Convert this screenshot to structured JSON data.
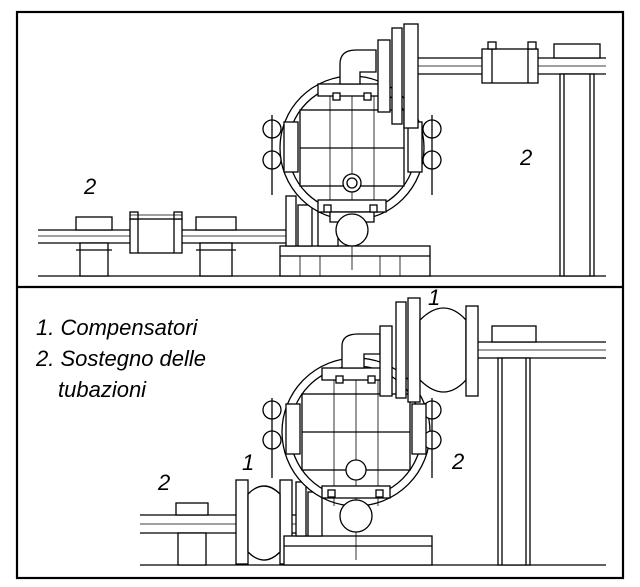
{
  "legend": {
    "item1": "1. Compensatori",
    "item2_line1": "2. Sostegno delle",
    "item2_line2": "tubazioni"
  },
  "top_view": {
    "label_left": "2",
    "label_right": "2"
  },
  "bottom_view": {
    "label_1_top": "1",
    "label_1_left": "1",
    "label_2_left": "2",
    "label_2_right": "2"
  }
}
